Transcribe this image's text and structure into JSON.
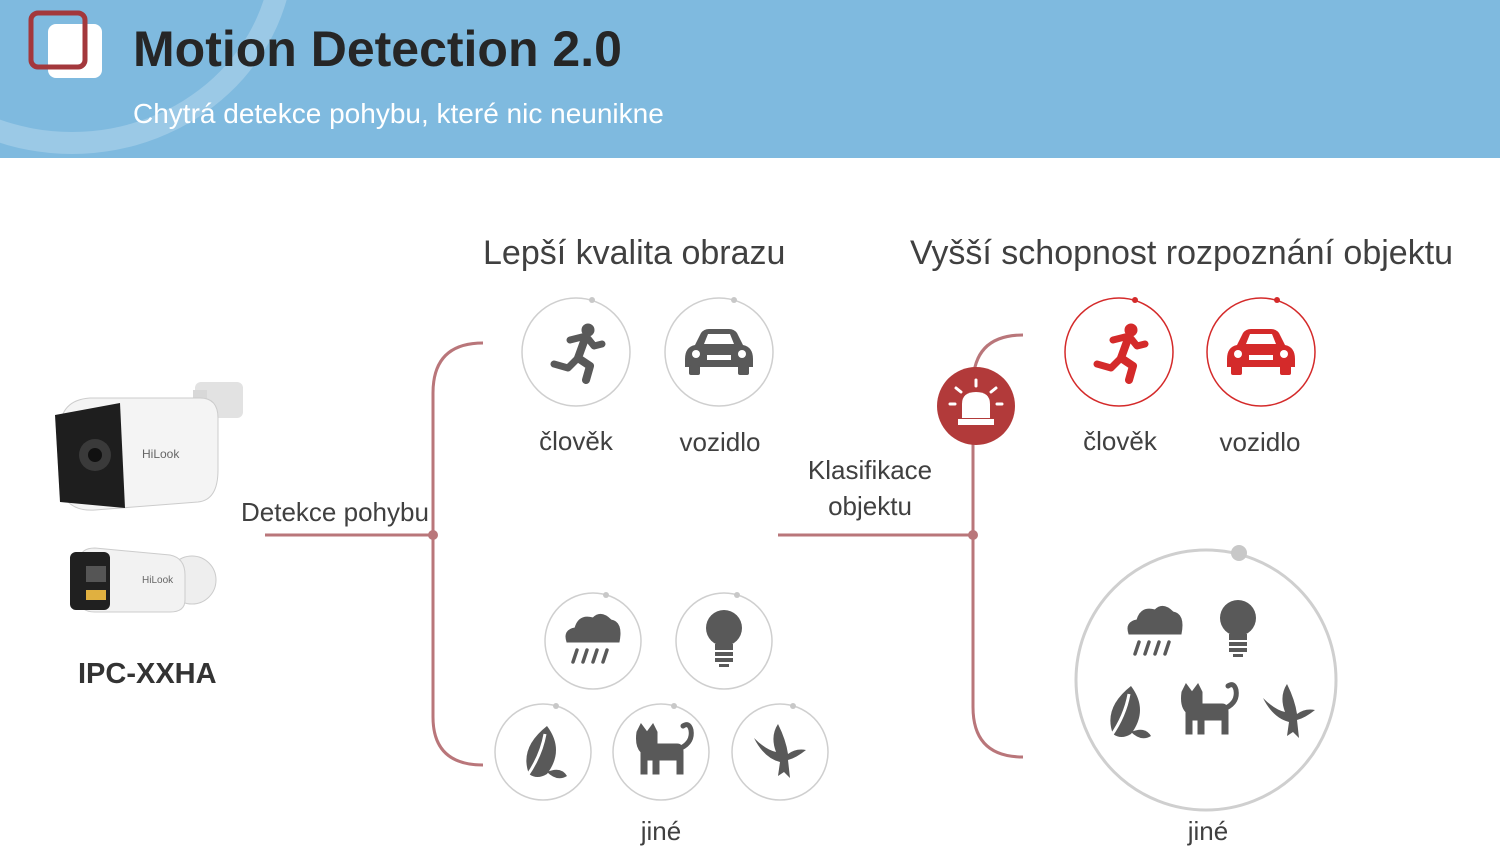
{
  "header": {
    "title": "Motion Detection 2.0",
    "subtitle": "Chytrá detekce pohybu, které nic neunikne",
    "background_color": "#7fbadf"
  },
  "camera": {
    "model": "IPC-XXHA",
    "brand_mark": "HiLook"
  },
  "flow": {
    "motion_label": "Detekce pohybu",
    "classification_label_line1": "Klasifikace",
    "classification_label_line2": "objektu"
  },
  "left_section": {
    "heading": "Lepší kvalita obrazu",
    "human_label": "člověk",
    "vehicle_label": "vozidlo",
    "other_label": "jiné",
    "icon_color": "#595959"
  },
  "right_section": {
    "heading": "Vyšší schopnost rozpoznání objektu",
    "human_label": "člověk",
    "vehicle_label": "vozidlo",
    "other_label": "jiné",
    "icon_color": "#d42a2a",
    "alarm_color": "#b23a3a"
  },
  "icons": [
    "running-person-icon",
    "car-icon",
    "rain-cloud-icon",
    "light-bulb-icon",
    "leaf-icon",
    "cat-icon",
    "bird-icon",
    "alarm-siren-icon"
  ],
  "line_color": "#b9767a"
}
